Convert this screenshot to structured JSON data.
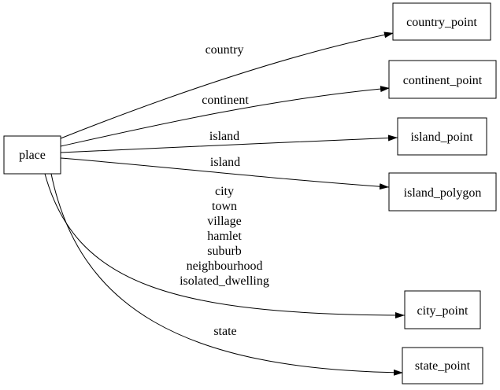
{
  "diagram": {
    "type": "directed-graph",
    "background_color": "#ffffff",
    "node_fill_color": "#ffffff",
    "node_border_color": "#000000",
    "edge_color": "#000000",
    "text_color": "#000000",
    "nodes": {
      "place": {
        "label": "place"
      },
      "country_point": {
        "label": "country_point"
      },
      "continent_point": {
        "label": "continent_point"
      },
      "island_point": {
        "label": "island_point"
      },
      "island_polygon": {
        "label": "island_polygon"
      },
      "city_point": {
        "label": "city_point"
      },
      "state_point": {
        "label": "state_point"
      }
    },
    "edges": [
      {
        "from": "place",
        "to": "country_point",
        "label": "country"
      },
      {
        "from": "place",
        "to": "continent_point",
        "label": "continent"
      },
      {
        "from": "place",
        "to": "island_point",
        "label": "island"
      },
      {
        "from": "place",
        "to": "island_polygon",
        "label": "island"
      },
      {
        "from": "place",
        "to": "city_point",
        "label_lines": [
          "city",
          "town",
          "village",
          "hamlet",
          "suburb",
          "neighbourhood",
          "isolated_dwelling"
        ]
      },
      {
        "from": "place",
        "to": "state_point",
        "label": "state"
      }
    ]
  }
}
